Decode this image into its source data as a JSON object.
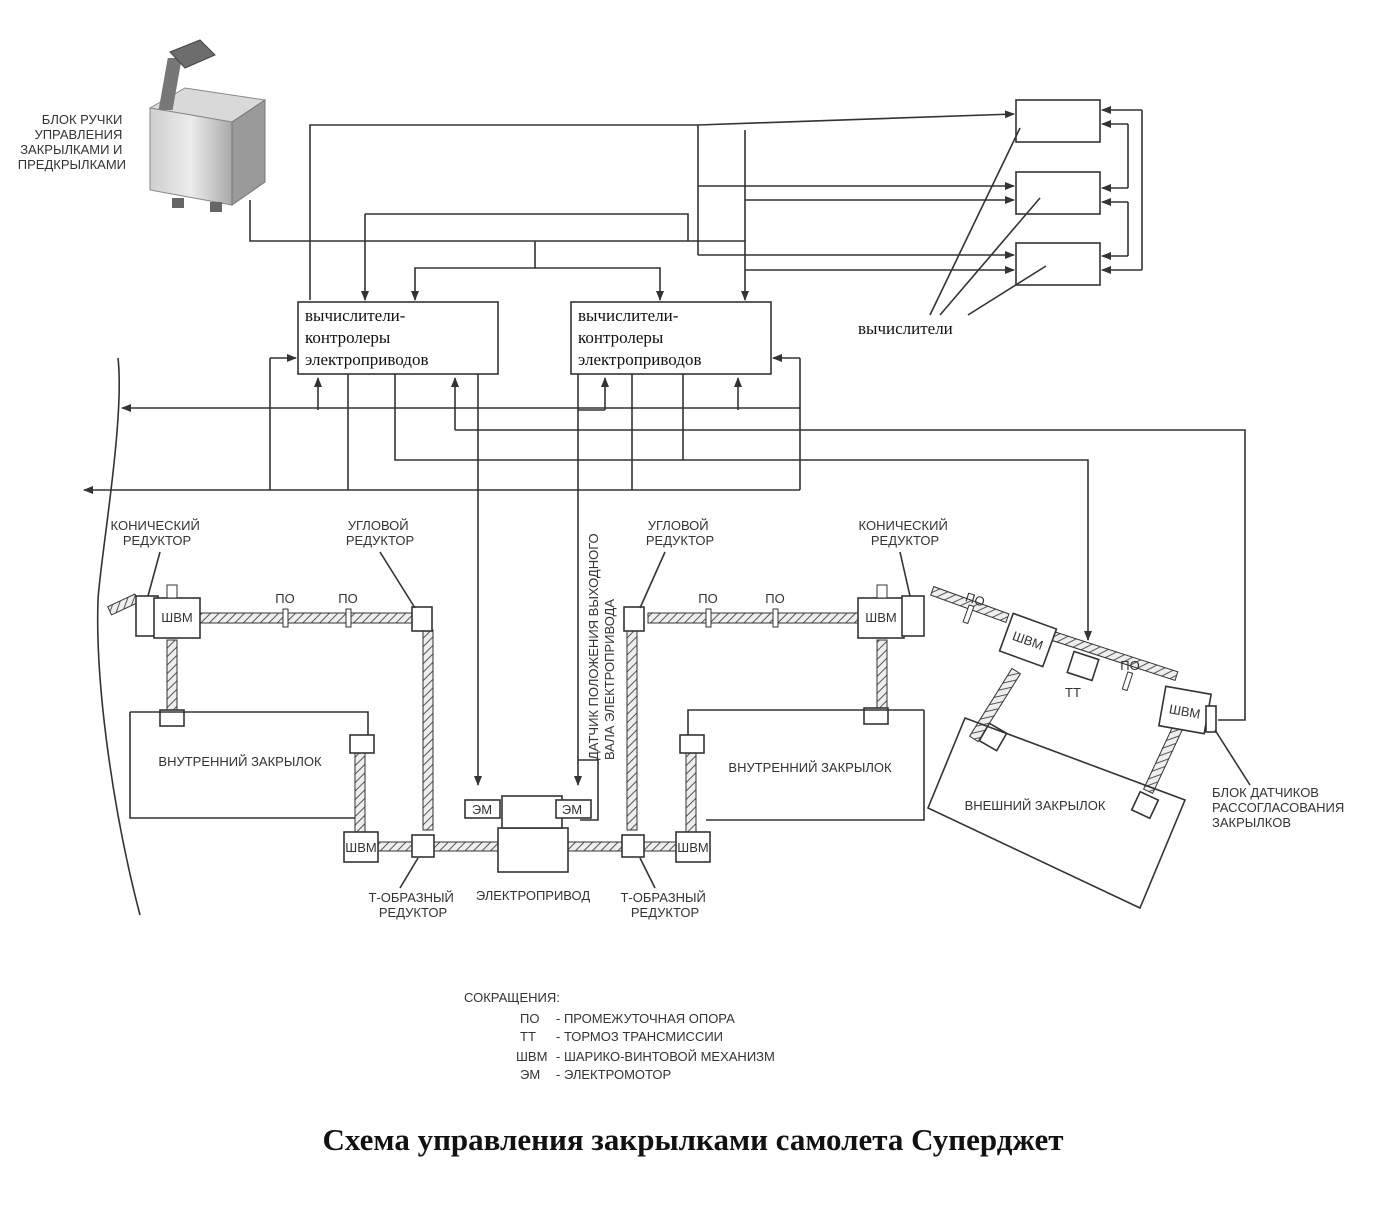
{
  "title": "Схема управления закрылками самолета Суперджет",
  "lever_unit": [
    "БЛОК РУЧКИ",
    "УПРАВЛЕНИЯ",
    "ЗАКРЫЛКАМИ И",
    "ПРЕДКРЫЛКАМИ"
  ],
  "controller_left": [
    "вычислители-",
    "контролеры",
    "электроприводов"
  ],
  "controller_right": [
    "вычислители-",
    "контролеры",
    "электроприводов"
  ],
  "computers_label": "вычислители",
  "sensor_vertical": [
    "ДАТЧИК ПОЛОЖЕНИЯ ВЫХОДНОГО",
    "ВАЛА ЭЛЕКТРОПРИВОДА"
  ],
  "labels": {
    "bevel_left": [
      "КОНИЧЕСКИЙ",
      "РЕДУКТОР"
    ],
    "angle_left": [
      "УГЛОВОЙ",
      "РЕДУКТОР"
    ],
    "angle_right": [
      "УГЛОВОЙ",
      "РЕДУКТОР"
    ],
    "bevel_right": [
      "КОНИЧЕСКИЙ",
      "РЕДУКТОР"
    ],
    "po": "ПО",
    "shvm": "ШВМ",
    "em": "ЭМ",
    "tt": "ТТ",
    "inner_flap": "ВНУТРЕННИЙ ЗАКРЫЛОК",
    "outer_flap": "ВНЕШНИЙ ЗАКРЫЛОК",
    "t_gear": [
      "Т-ОБРАЗНЫЙ",
      "РЕДУКТОР"
    ],
    "drive": "ЭЛЕКТРОПРИВОД",
    "sensor_block": [
      "БЛОК ДАТЧИКОВ",
      "РАССОГЛАСОВАНИЯ",
      "ЗАКРЫЛКОВ"
    ]
  },
  "legend": {
    "heading": "СОКРАЩЕНИЯ:",
    "items": [
      {
        "abbr": "ПО",
        "text": "- ПРОМЕЖУТОЧНАЯ ОПОРА"
      },
      {
        "abbr": "ТТ",
        "text": "- ТОРМОЗ ТРАНСМИССИИ"
      },
      {
        "abbr": "ШВМ",
        "text": "- ШАРИКО-ВИНТОВОЙ МЕХАНИЗМ"
      },
      {
        "abbr": "ЭМ",
        "text": "- ЭЛЕКТРОМОТОР"
      }
    ]
  }
}
